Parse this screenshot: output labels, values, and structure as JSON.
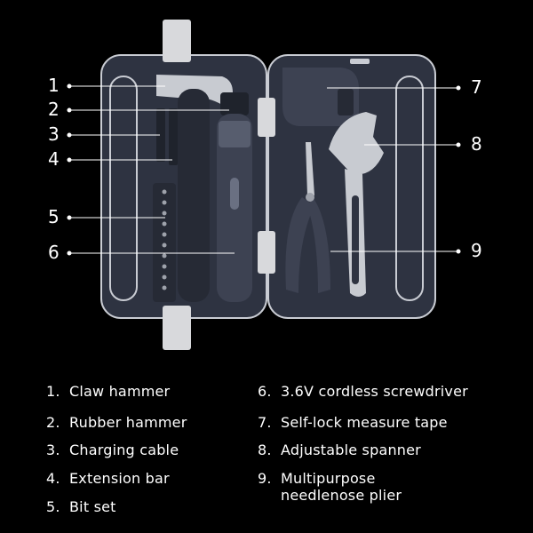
{
  "callouts": [
    {
      "num": "1"
    },
    {
      "num": "2"
    },
    {
      "num": "3"
    },
    {
      "num": "4"
    },
    {
      "num": "5"
    },
    {
      "num": "6"
    },
    {
      "num": "7"
    },
    {
      "num": "8"
    },
    {
      "num": "9"
    }
  ],
  "legend": [
    {
      "num": "1.",
      "label": "Claw hammer"
    },
    {
      "num": "2.",
      "label": "Rubber hammer"
    },
    {
      "num": "3.",
      "label": "Charging cable"
    },
    {
      "num": "4.",
      "label": "Extension bar"
    },
    {
      "num": "5.",
      "label": "Bit set"
    },
    {
      "num": "6.",
      "label": "3.6V cordless screwdriver"
    },
    {
      "num": "7.",
      "label": "Self-lock measure tape"
    },
    {
      "num": "8.",
      "label": "Adjustable spanner"
    },
    {
      "num": "9.",
      "label": "Multipurpose",
      "label2": "needlenose plier"
    }
  ],
  "colors": {
    "background": "#000000",
    "case": "#2e3341",
    "case_outline": "#c9ccd3",
    "tool_dark": "#3d4252",
    "metal": "#c8cbd1",
    "text": "#ffffff"
  }
}
